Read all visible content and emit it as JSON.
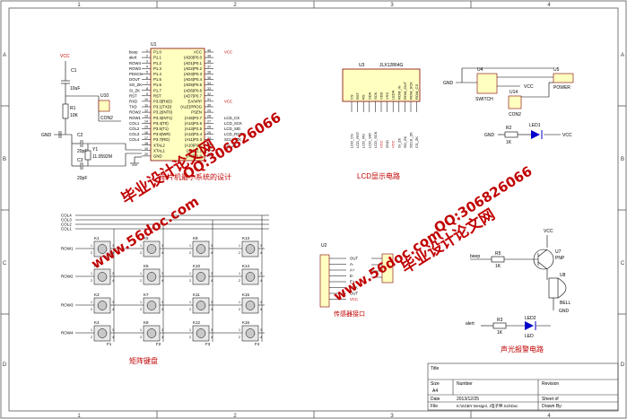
{
  "frame": {
    "cols_top": [
      "1",
      "2",
      "3",
      "4"
    ],
    "cols_bottom": [
      "1",
      "2",
      "3",
      "4"
    ],
    "rows_left": [
      "A",
      "B",
      "C",
      "D"
    ],
    "rows_right": [
      "A",
      "B",
      "C",
      "D"
    ]
  },
  "mcu": {
    "ref": "U1",
    "left_pins": [
      "P1.0",
      "P1.1",
      "P1.2",
      "P1.3",
      "P1.4",
      "P1.5",
      "P1.6",
      "P1.7",
      "RST",
      "P3.0(RXD)",
      "P3.1(TXD)",
      "P3.2(INT0)",
      "P3.3(INT1)",
      "P3.4(T0)",
      "P3.5(T1)",
      "P3.6(WR)",
      "P3.7(RD)",
      "XTAL2",
      "XTAL1",
      "GND"
    ],
    "left_nums": [
      "1",
      "2",
      "3",
      "4",
      "5",
      "6",
      "7",
      "8",
      "9",
      "10",
      "11",
      "12",
      "13",
      "14",
      "15",
      "16",
      "17",
      "18",
      "19",
      "20"
    ],
    "right_pins": [
      "VCC",
      "(AD0)P0.0",
      "(AD1)P0.1",
      "(AD2)P0.2",
      "(AD3)P0.3",
      "(AD4)P0.4",
      "(AD5)P0.5",
      "(AD6)P0.6",
      "(AD7)P0.7",
      "EA/VPP",
      "(ALE)PROG",
      "PSEN",
      "(A15)P2.7",
      "(A14)P2.6",
      "(A13)P2.5",
      "(A12)P2.4",
      "(A11)P2.3",
      "(A10)P2.2",
      "(A9)P2.1",
      "(A8)P2.0"
    ],
    "right_nums": [
      "40",
      "39",
      "38",
      "37",
      "36",
      "35",
      "34",
      "33",
      "32",
      "31",
      "30",
      "29",
      "28",
      "27",
      "26",
      "25",
      "24",
      "23",
      "22",
      "21"
    ],
    "left_nets": [
      "beep",
      "alert",
      "ROW4",
      "ROW3",
      "PDSCK",
      "DOUT",
      "SO_ZK",
      "SI_ZK",
      "RST",
      "RXD",
      "TXD",
      "ROW2",
      "ROW1",
      "COL1",
      "COL2",
      "COL3",
      "COL4",
      "",
      "",
      ""
    ],
    "right_nets": [
      "VCC",
      "",
      "",
      "",
      "",
      "",
      "",
      "",
      "",
      "VCC",
      "",
      "",
      "LCD_CS",
      "LCD_SCK",
      "LCD_SID",
      "LCD_RST",
      "SCLK_ZK",
      "CS_ZK",
      "",
      ""
    ],
    "caption": "单片机最小系统的设计"
  },
  "reset_osc": {
    "vcc": "VCC",
    "c1": "C1",
    "c1_val": "10uF",
    "r1": "R1",
    "r1_val": "10K",
    "u10": "U10",
    "u10_label": "CON2",
    "c2": "C2",
    "c2_val": "20pF",
    "c3": "C3",
    "c3_val": "20pF",
    "y1": "Y1",
    "y1_val": "11.0592M",
    "gnd": "GND"
  },
  "lcd": {
    "ref": "U3",
    "part": "JLX12864G",
    "pins": [
      "CS",
      "RST",
      "RS",
      "SDA",
      "SCK",
      "VDD",
      "VSS",
      "LEDA",
      "ROM_IN",
      "ROM_OUT",
      "ROM_SCK",
      "ROM_CS"
    ],
    "nets": [
      "LCD_CS",
      "LCD_RST",
      "LCD_RS",
      "LCD_SID",
      "LCD_SCK",
      "VCC",
      "GND",
      "VCC",
      "SI_ZK",
      "SO_ZK",
      "SCLK_ZK",
      "CS_ZK"
    ],
    "caption": "LCD显示电路"
  },
  "power": {
    "u4": "U4",
    "u4_label": "SWITCH",
    "u5": "U5",
    "u5_label": "POWER",
    "u14": "U14",
    "u14_label": "CON2",
    "r2": "R2",
    "r2_val": "1K",
    "led1": "LED1",
    "gnd": "GND",
    "vcc": "VCC"
  },
  "keyboard": {
    "cols": [
      "COL4",
      "COL3",
      "COL2",
      "COL1"
    ],
    "rows": [
      "ROW1",
      "ROW2",
      "ROW3",
      "ROW4"
    ],
    "keys": [
      [
        "K1",
        "K5",
        "K9",
        "K13"
      ],
      [
        "K2",
        "K6",
        "K10",
        "K14"
      ],
      [
        "K3",
        "K7",
        "K11",
        "K15"
      ],
      [
        "K4",
        "K8",
        "K12",
        "K16"
      ]
    ],
    "col_nets": [
      "F1",
      "F2",
      "F3",
      "F4"
    ],
    "pin_labels": [
      "1",
      "2",
      "3",
      "4"
    ],
    "caption": "矩阵键盘"
  },
  "sensor": {
    "ref": "U2",
    "nets": [
      "OUT",
      "A-",
      "A+",
      "E-",
      "E+",
      "SCK",
      "OUT",
      "VCC"
    ],
    "caption": "传感器接口"
  },
  "alarm": {
    "vcc": "VCC",
    "u7": "U7",
    "u7_label": "PNP",
    "r5": "R5",
    "r5_val": "1K",
    "beep": "beep",
    "u8": "U8",
    "u8_label": "BELL",
    "gnd": "GND",
    "alert": "alert",
    "r3": "R3",
    "r3_val": "1K",
    "led2": "LED2",
    "led_label": "LED",
    "caption": "声光报警电路"
  },
  "title_block": {
    "title": "Title",
    "size_label": "Size",
    "size": "A4",
    "number_label": "Number",
    "revision_label": "Revision",
    "date_label": "Date",
    "date": "2013/12/25",
    "file_label": "File",
    "file": "K:\\01\\BY Design\\..\\电子秤.SchDoc",
    "sheet_label": "Sheet   of",
    "drawn_label": "Drawn By:"
  },
  "watermarks": {
    "brand": "毕业设计论文网",
    "url": "www.56doc.com",
    "qq": "QQ:306826066"
  }
}
